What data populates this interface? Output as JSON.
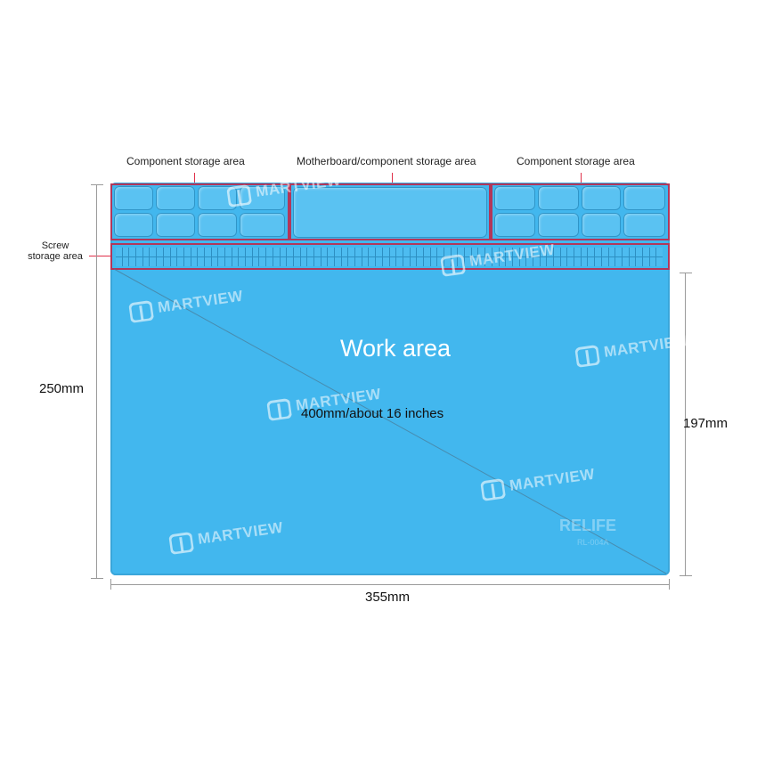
{
  "labels": {
    "component_left": "Component storage area",
    "motherboard": "Motherboard/component storage area",
    "component_right": "Component storage area",
    "screw_line1": "Screw",
    "screw_line2": "storage area",
    "work_area": "Work area",
    "diagonal": "400mm/about 16 inches"
  },
  "dimensions": {
    "height_total": "250mm",
    "height_work": "197mm",
    "width": "355mm"
  },
  "watermark": {
    "text": "MARTVIEW"
  },
  "mat_branding": {
    "brand": "RELIFE",
    "model": "RL-004A"
  },
  "colors": {
    "mat": "#42b7ee",
    "compartment": "#5ac2f2",
    "highlight": "#b2375a",
    "pointer": "#e0304a"
  }
}
